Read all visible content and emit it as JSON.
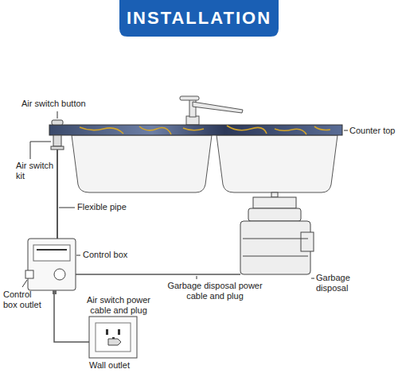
{
  "diagram": {
    "title": "INSTALLATION",
    "labels": [
      "Air switch button",
      "Counter top",
      "Air switch kit",
      "Flexible pipe",
      "Control box",
      "Control box outlet",
      "Air switch power cable and plug",
      "Garbage disposal",
      "Garbage disposal power cable and plug",
      "Wall outlet"
    ]
  }
}
